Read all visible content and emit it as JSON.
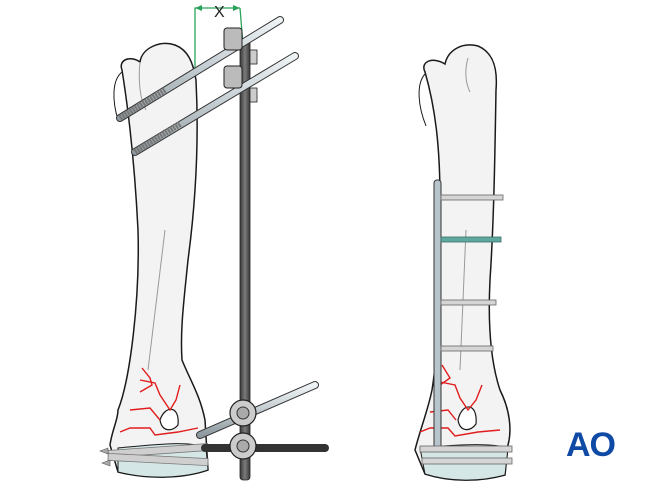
{
  "figure": {
    "left_panel": {
      "description": "Distal humerus fracture temporarily stabilized with external fixator",
      "measurement_label": "X",
      "elements": [
        "humerus-bone",
        "fracture-lines",
        "proximal-schanz-pins",
        "distal-schanz-pins",
        "transcondylar-screws",
        "fixator-rod",
        "pin-rod-clamps"
      ]
    },
    "right_panel": {
      "description": "Humerus fixed with lateral plate and screws",
      "elements": [
        "humerus-bone",
        "fracture-lines",
        "lateral-plate",
        "diaphyseal-screws",
        "transcondylar-screws"
      ]
    },
    "logo": {
      "text": "AO",
      "color": "#0f4aa5"
    },
    "colors": {
      "bone_fill": "#f3f3f3",
      "bone_outline": "#1a1a1a",
      "fracture": "#e21c1c",
      "rod": "#5a5a5a",
      "pin": "#c9d3d8",
      "cartilage": "#d4e6e6",
      "measure_line": "#2aa35a",
      "screw_highlight": "#5fa8a0"
    }
  }
}
